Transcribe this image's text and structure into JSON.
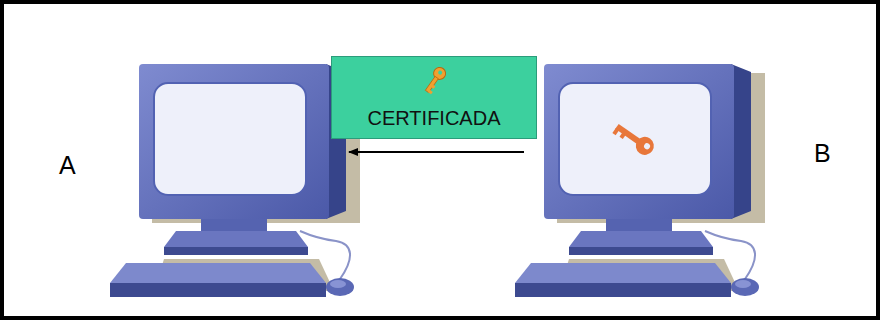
{
  "diagram": {
    "nodes": [
      {
        "text": [
          "A"
        ]
      },
      {
        "text": [
          "CERTIFICADA"
        ]
      },
      {
        "text": [
          "B"
        ]
      }
    ],
    "edges": [
      {
        "from": 2,
        "to": 0,
        "arrow": "to"
      }
    ]
  }
}
